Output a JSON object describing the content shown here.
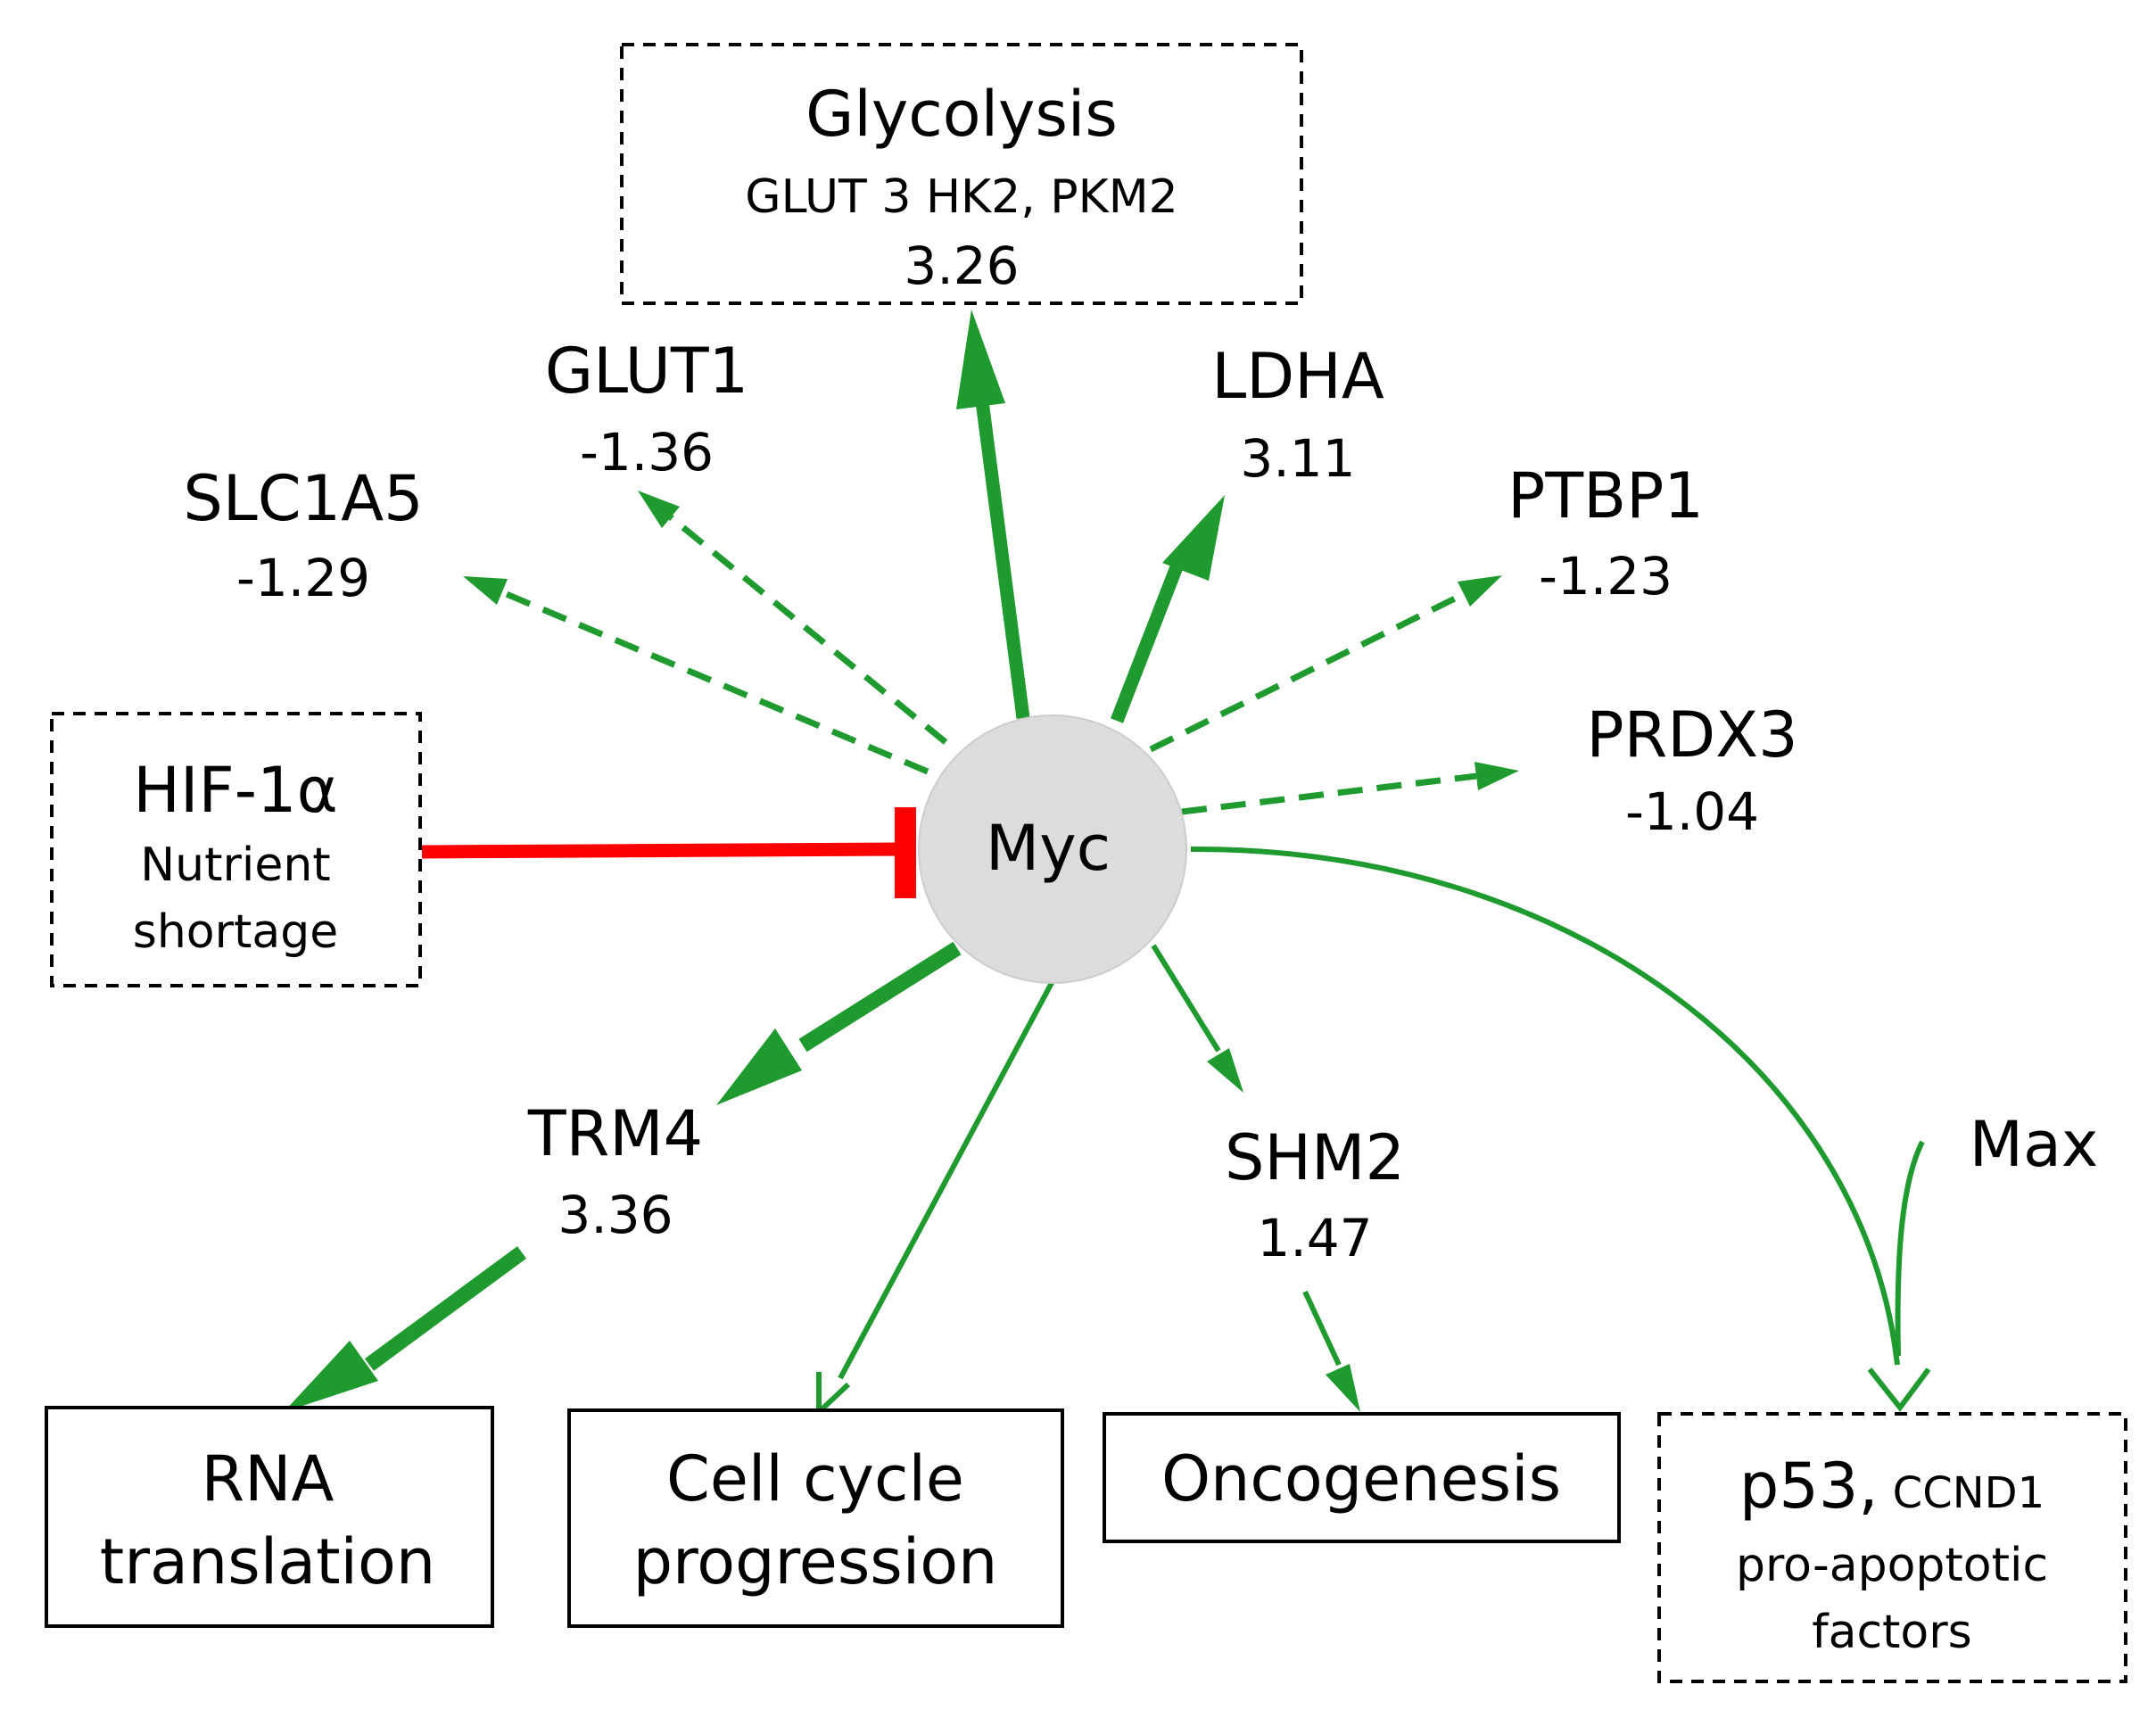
{
  "colors": {
    "activation": "#1f9a2e",
    "inhibition": "#ff0000",
    "hub_fill": "#dcdcdc",
    "box_stroke": "#000000"
  },
  "hub": {
    "label": "Myc"
  },
  "boxes": {
    "glycolysis": {
      "title": "Glycolysis",
      "genes": "GLUT 3 HK2, PKM2",
      "value": "3.26"
    },
    "hif": {
      "title": "HIF-1α",
      "line1": "Nutrient",
      "line2": "shortage"
    },
    "rna": {
      "line1": "RNA",
      "line2": "translation"
    },
    "cell_cycle": {
      "line1": "Cell cycle",
      "line2": "progression"
    },
    "oncogenesis": {
      "label": "Oncogenesis"
    },
    "p53": {
      "title": "p53",
      "comma": ",",
      "genes": "CCND1",
      "line2": "pro-apoptotic",
      "line3": "factors"
    }
  },
  "genes": {
    "glut1": {
      "name": "GLUT1",
      "value": "-1.36"
    },
    "slc1a5": {
      "name": "SLC1A5",
      "value": "-1.29"
    },
    "ldha": {
      "name": "LDHA",
      "value": "3.11"
    },
    "ptbp1": {
      "name": "PTBP1",
      "value": "-1.23"
    },
    "prdx3": {
      "name": "PRDX3",
      "value": "-1.04"
    },
    "trm4": {
      "name": "TRM4",
      "value": "3.36"
    },
    "shm2": {
      "name": "SHM2",
      "value": "1.47"
    },
    "max": {
      "name": "Max"
    }
  }
}
